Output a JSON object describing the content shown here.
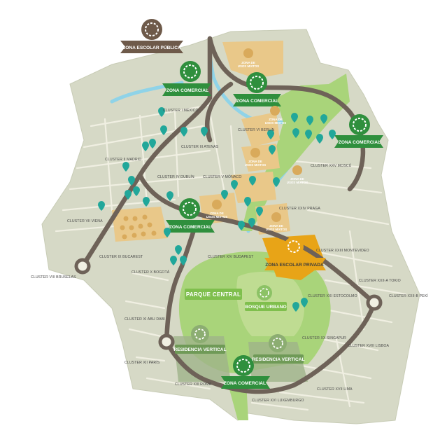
{
  "colors": {
    "land": "#d6d9c6",
    "street": "#f0efe2",
    "road": "#6e6258",
    "zona_comercial": "#2f8f3d",
    "escolar_publica": "#6e5a4a",
    "escolar_privada": "#e8a417",
    "mixed_use": "#d9aa5b",
    "pins": "#21a79a",
    "park_light": "#a9d47a",
    "park_mid": "#bfdc92",
    "water": "#8fd3e8"
  },
  "zones": {
    "escolar_publica": "ZONA ESCOLAR PÚBLICA",
    "comercial": "ZONA COMERCIAL",
    "escolar_privada": "ZONA ESCOLAR PRIVADA",
    "residencia_vertical": "RESIDENCIA VERTICAL",
    "parque_central": "PARQUE CENTRAL",
    "bosque_urbano": "BOSQUE URBANO"
  },
  "mixed_use": {
    "line1": "ZONA DE",
    "line2": "USOS MIXTOS"
  },
  "clusters": {
    "c1": "CLUSTER I MÉXICO",
    "c2": "CLUSTER II MADRID",
    "c3": "CLUSTER III ATENAS",
    "c4": "CLUSTER IV DUBLÍN",
    "c5": "CLUSTER V MÓNACO",
    "c6": "CLUSTER VI BERLÍN",
    "c7": "CLUSTER VII VIENA",
    "c8": "CLUSTER VIII BRUSELAS",
    "c9": "CLUSTER IX BUCAREST",
    "c10": "CLUSTER X BOGOTÁ",
    "c11": "CLUSTER XI ABU DABI",
    "c12": "CLUSTER XII PARÍS",
    "c13": "CLUSTER XIII ROMA",
    "c14": "CLUSTER XIV BUDAPEST",
    "c16": "CLUSTER XVI LUXEMBURGO",
    "c17": "CLUSTER XVII LIMA",
    "c18": "CLUSTER XVIII LISBOA",
    "c20": "CLUSTER XX SINGAPUR",
    "c21": "CLUSTER XXI ESTOCOLMO",
    "c22a": "CLUSTER XXII-A TOKIO",
    "c22b": "CLUSTER XXII-B PEKÍ",
    "c23": "CLUSTER XXIII MONTEVIDEO",
    "c24": "CLUSTER XXIV PRAGA",
    "c25": "CLUSTER XXV MOSCÚ"
  }
}
